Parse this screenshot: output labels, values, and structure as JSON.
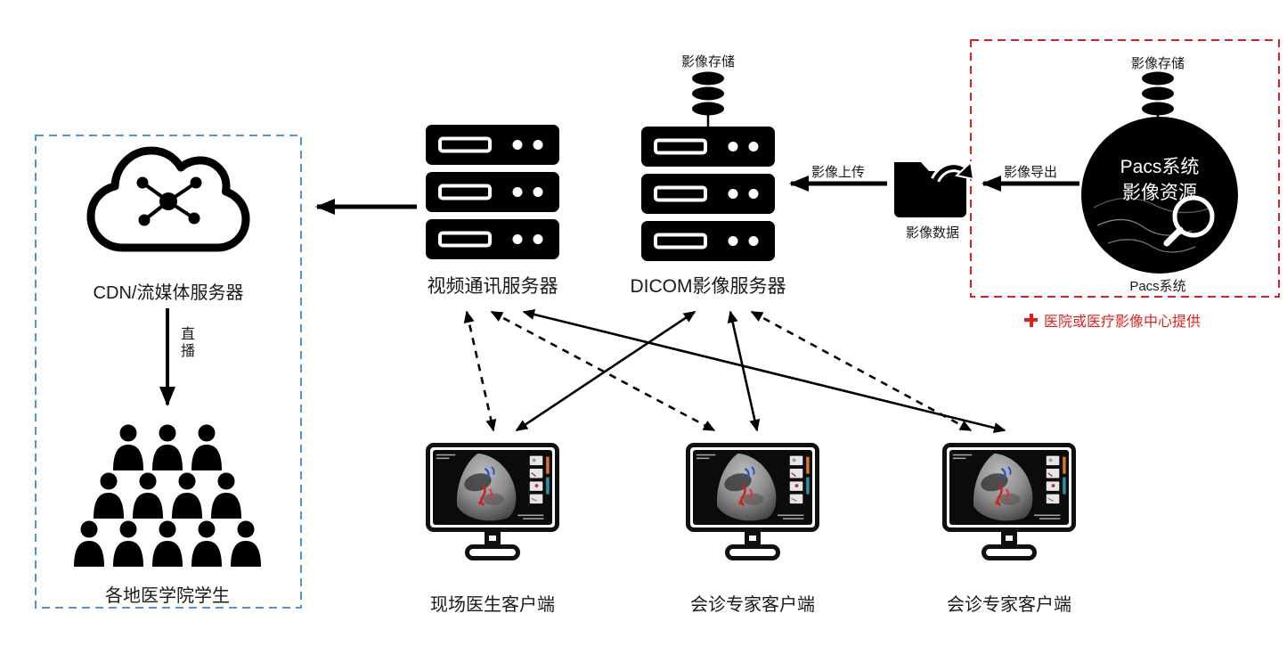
{
  "colors": {
    "accent_red": "#e0201c",
    "accent_blue": "#4f94d8",
    "diagram_black": "#000000"
  },
  "cdn_group": {
    "server_label": "CDN/流媒体服务器",
    "live_arrow_label": "直播",
    "students_label": "各地医学院学生"
  },
  "video_server": {
    "label": "视频通讯服务器"
  },
  "dicom_server": {
    "label": "DICOM影像服务器",
    "storage_label": "影像存储"
  },
  "transfer": {
    "upload_label": "影像上传",
    "folder_label": "影像数据",
    "export_label": "影像导出"
  },
  "pacs_group": {
    "storage_label": "影像存储",
    "circle_title_line1": "Pacs系统",
    "circle_title_line2": "影像资源",
    "caption": "Pacs系统",
    "note": "医院或医疗影像中心提供"
  },
  "clients": [
    {
      "label": "现场医生客户端"
    },
    {
      "label": "会诊专家客户端"
    },
    {
      "label": "会诊专家客户端"
    }
  ]
}
